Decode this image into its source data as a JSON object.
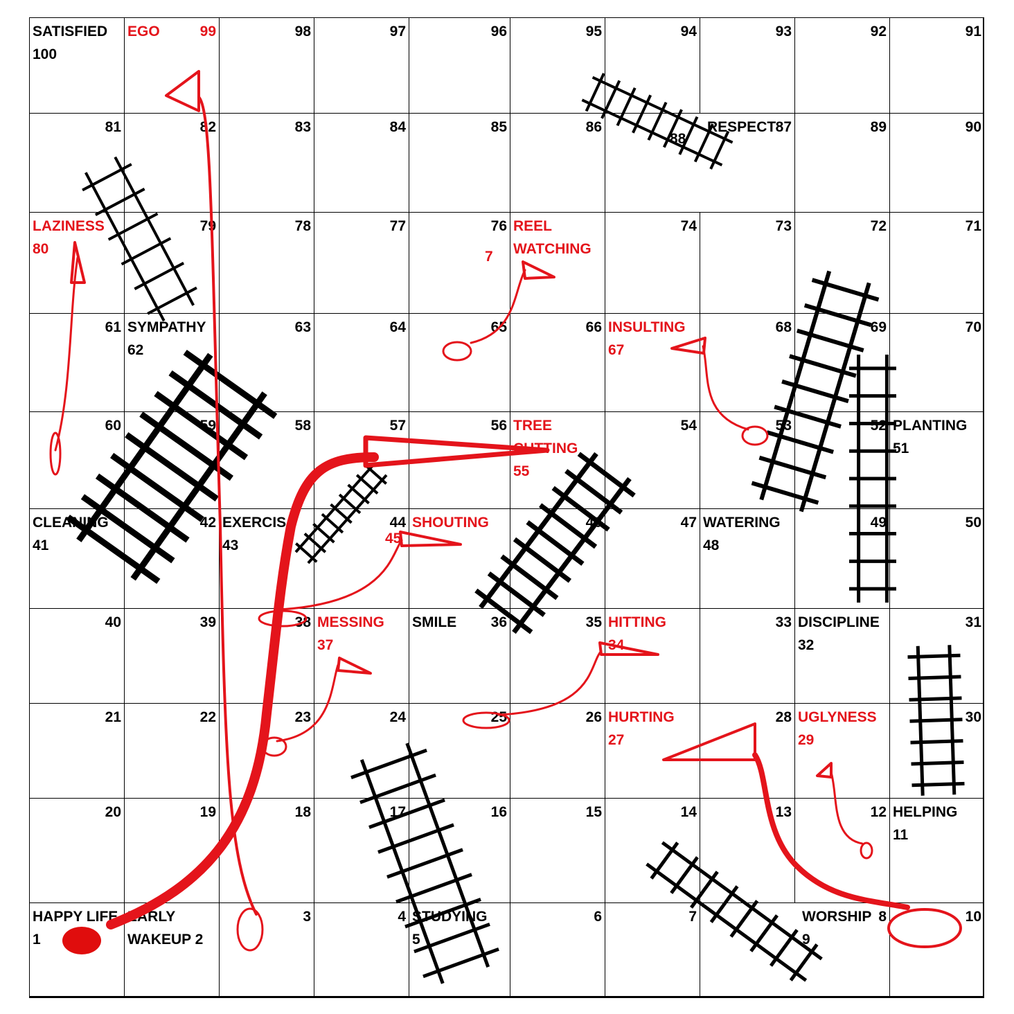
{
  "colors": {
    "label_red": "#e4141b",
    "snake_red": "#e4141b",
    "ladder_black": "#000000",
    "start_token": "#e00d0d"
  },
  "board": {
    "rows": [
      {
        "cells": [
          {
            "label": "SATISFIED",
            "sub": "100",
            "color": "black"
          },
          {
            "label": "EGO",
            "num": "99",
            "color": "red"
          },
          {
            "num": "98"
          },
          {
            "num": "97"
          },
          {
            "num": "96"
          },
          {
            "num": "95"
          },
          {
            "num": "94"
          },
          {
            "num": "93"
          },
          {
            "num": "92"
          },
          {
            "num": "91"
          }
        ]
      },
      {
        "cells": [
          {
            "num": "81"
          },
          {
            "num": "82"
          },
          {
            "num": "83"
          },
          {
            "num": "84"
          },
          {
            "num": "85"
          },
          {
            "num": "86"
          },
          {
            "num": "87",
            "label": "RESPECT",
            "color": "black"
          },
          {
            "num": "89"
          },
          {
            "num": "90"
          }
        ],
        "extra": [
          {
            "text": "88"
          }
        ]
      },
      {
        "cells": [
          {
            "label": "LAZINESS",
            "sub": "80",
            "color": "red"
          },
          {
            "num": "79"
          },
          {
            "num": "78"
          },
          {
            "num": "77"
          },
          {
            "num": "76"
          },
          {
            "label": "REEL",
            "sub": "WATCHING",
            "color": "red"
          },
          {
            "num": "74"
          },
          {
            "num": "73"
          },
          {
            "num": "72"
          },
          {
            "num": "71"
          }
        ],
        "extra": [
          {
            "text": "7"
          }
        ]
      },
      {
        "cells": [
          {
            "num": "61"
          },
          {
            "label": "SYMPATHY",
            "sub": "62",
            "color": "black"
          },
          {
            "num": "63"
          },
          {
            "num": "64"
          },
          {
            "num": "65"
          },
          {
            "num": "66"
          },
          {
            "label": "INSULTING",
            "sub": "67",
            "color": "red"
          },
          {
            "num": "68"
          },
          {
            "num": "69"
          },
          {
            "num": "70"
          }
        ]
      },
      {
        "cells": [
          {
            "num": "60"
          },
          {
            "num": "59"
          },
          {
            "num": "58"
          },
          {
            "num": "57"
          },
          {
            "num": "56"
          },
          {
            "label": "TREE",
            "sub": "CUTTING",
            "third": "55",
            "color": "red"
          },
          {
            "num": "54"
          },
          {
            "num": "53"
          },
          {
            "num": "52"
          },
          {
            "label": "PLANTING",
            "sub": "51",
            "color": "black"
          }
        ]
      },
      {
        "cells": [
          {
            "label": "CLEANING",
            "sub": "41",
            "color": "black"
          },
          {
            "num": "42"
          },
          {
            "label": "EXERCIS",
            "sub": "43",
            "color": "black"
          },
          {
            "num": "44"
          },
          {
            "label": "SHOUTING",
            "color": "red"
          },
          {
            "num": "46"
          },
          {
            "num": "47"
          },
          {
            "label": "WATERING",
            "sub": "48",
            "color": "black"
          },
          {
            "num": "49"
          },
          {
            "num": "50"
          }
        ],
        "extra": [
          {
            "text": "45"
          }
        ]
      },
      {
        "cells": [
          {
            "num": "40"
          },
          {
            "num": "39"
          },
          {
            "num": "38"
          },
          {
            "label": "MESSING",
            "sub": "37",
            "color": "red"
          },
          {
            "label": "SMILE",
            "num": "36",
            "color": "black"
          },
          {
            "num": "35"
          },
          {
            "label": "HITTING",
            "sub": "34",
            "color": "red"
          },
          {
            "num": "33"
          },
          {
            "label": "DISCIPLINE",
            "sub": "32",
            "color": "black"
          },
          {
            "num": "31"
          }
        ]
      },
      {
        "cells": [
          {
            "num": "21"
          },
          {
            "num": "22"
          },
          {
            "num": "23"
          },
          {
            "num": "24"
          },
          {
            "num": "25"
          },
          {
            "num": "26"
          },
          {
            "label": "HURTING",
            "sub": "27",
            "color": "red"
          },
          {
            "num": "28"
          },
          {
            "label": "UGLYNESS",
            "sub": "29",
            "color": "red"
          },
          {
            "num": "30"
          }
        ]
      },
      {
        "cells": [
          {
            "num": "20"
          },
          {
            "num": "19"
          },
          {
            "num": "18"
          },
          {
            "num": "17"
          },
          {
            "num": "16"
          },
          {
            "num": "15"
          },
          {
            "num": "14"
          },
          {
            "num": "13"
          },
          {
            "num": "12"
          },
          {
            "label": "HELPING",
            "sub": "11",
            "color": "black"
          }
        ]
      },
      {
        "cells": [
          {
            "label": "HAPPY LIFE",
            "sub": "1",
            "color": "black"
          },
          {
            "label": "EARLY",
            "sub": "WAKEUP  2",
            "color": "black"
          },
          {
            "num": "3"
          },
          {
            "num": "4"
          },
          {
            "label": "STUDYING",
            "sub": "5",
            "color": "black"
          },
          {
            "num": "6"
          },
          {
            "num": "7"
          },
          {
            "num": "8",
            "label": "WORSHIP",
            "sub": "9",
            "color": "black"
          },
          {
            "num": "10"
          }
        ]
      }
    ]
  },
  "ladders": [
    {
      "name": "ladder-6-to-94",
      "rungs": 9
    },
    {
      "name": "ladder-19-to-81",
      "rungs": 6
    },
    {
      "name": "ladder-13-to-9",
      "rungs": 8
    },
    {
      "name": "ladder-17-to-5",
      "rungs": 9
    },
    {
      "name": "ladder-41-to-62",
      "rungs": 9
    },
    {
      "name": "ladder-44-to-57",
      "rungs": 9
    },
    {
      "name": "ladder-36-to-54",
      "rungs": 9
    },
    {
      "name": "ladder-48-to-69",
      "rungs": 9
    },
    {
      "name": "ladder-32-to-70",
      "rungs": 9
    },
    {
      "name": "ladder-11-to-31",
      "rungs": 7
    },
    {
      "name": "ladder-80-to-100",
      "rungs": 7
    },
    {
      "name": "ladder-88-to-95",
      "rungs": 6
    }
  ],
  "snakes": [
    {
      "name": "snake-99-ego"
    },
    {
      "name": "snake-80-laziness"
    },
    {
      "name": "snake-75-reel-watching"
    },
    {
      "name": "snake-67-insulting"
    },
    {
      "name": "snake-55-tree-cutting"
    },
    {
      "name": "snake-45-shouting"
    },
    {
      "name": "snake-37-messing"
    },
    {
      "name": "snake-34-hitting"
    },
    {
      "name": "snake-27-hurting"
    },
    {
      "name": "snake-29-uglyness"
    }
  ]
}
